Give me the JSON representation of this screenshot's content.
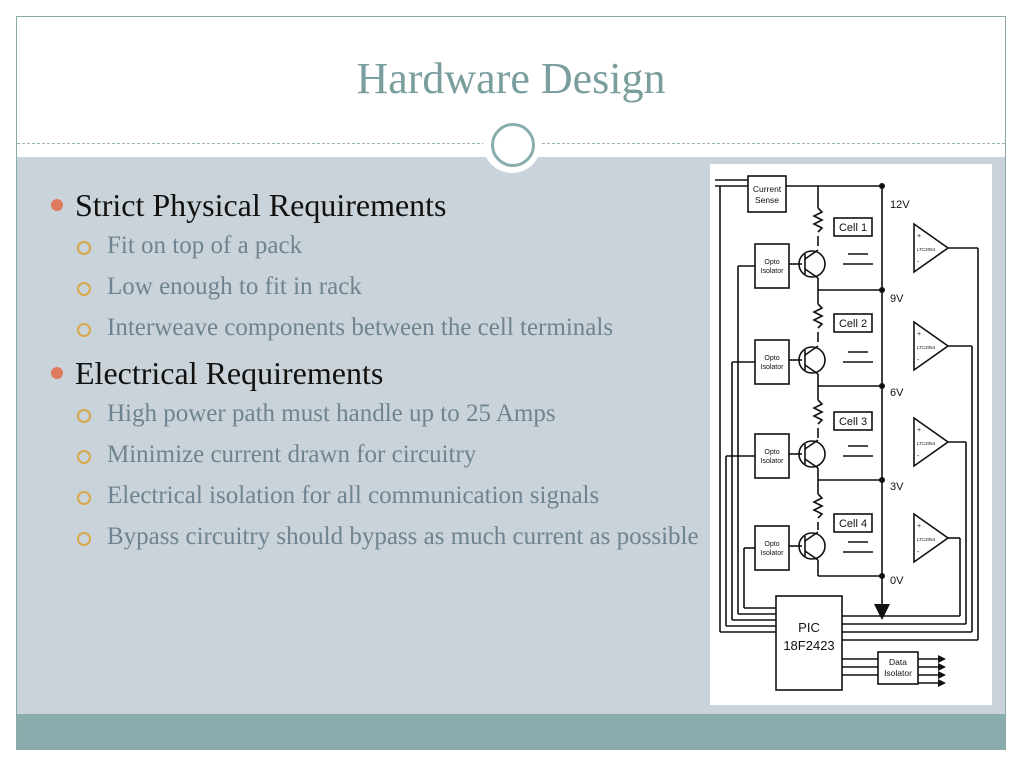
{
  "slide": {
    "title": "Hardware Design",
    "bullets": [
      {
        "text": "Strict Physical Requirements",
        "sub": [
          "Fit on top of a pack",
          "Low enough to fit in rack",
          "Interweave components between the cell terminals"
        ]
      },
      {
        "text": "Electrical Requirements",
        "sub": [
          "High power path must handle up to 25 Amps",
          "Minimize current drawn for circuitry",
          "Electrical isolation for all communication signals",
          "Bypass circuitry should bypass as much current as possible"
        ]
      }
    ]
  },
  "diagram": {
    "current_sense_line1": "Current",
    "current_sense_line2": "Sense",
    "voltages": [
      "12V",
      "9V",
      "6V",
      "3V",
      "0V"
    ],
    "cells": [
      "Cell 1",
      "Cell 2",
      "Cell 3",
      "Cell 4"
    ],
    "opto_line1": "Opto",
    "opto_line2": "Isolator",
    "opamp_part": "LTC2054",
    "pic_line1": "PIC",
    "pic_line2": "18F2423",
    "data_isolator_line1": "Data",
    "data_isolator_line2": "Isolator"
  },
  "colors": {
    "title": "#7a9e9e",
    "content_bg": "#c9d3d9",
    "footer": "#8aacac",
    "bullet_dot": "#e07a5f",
    "sub_bullet": "#d9a84a",
    "sub_text": "#6f8390"
  }
}
